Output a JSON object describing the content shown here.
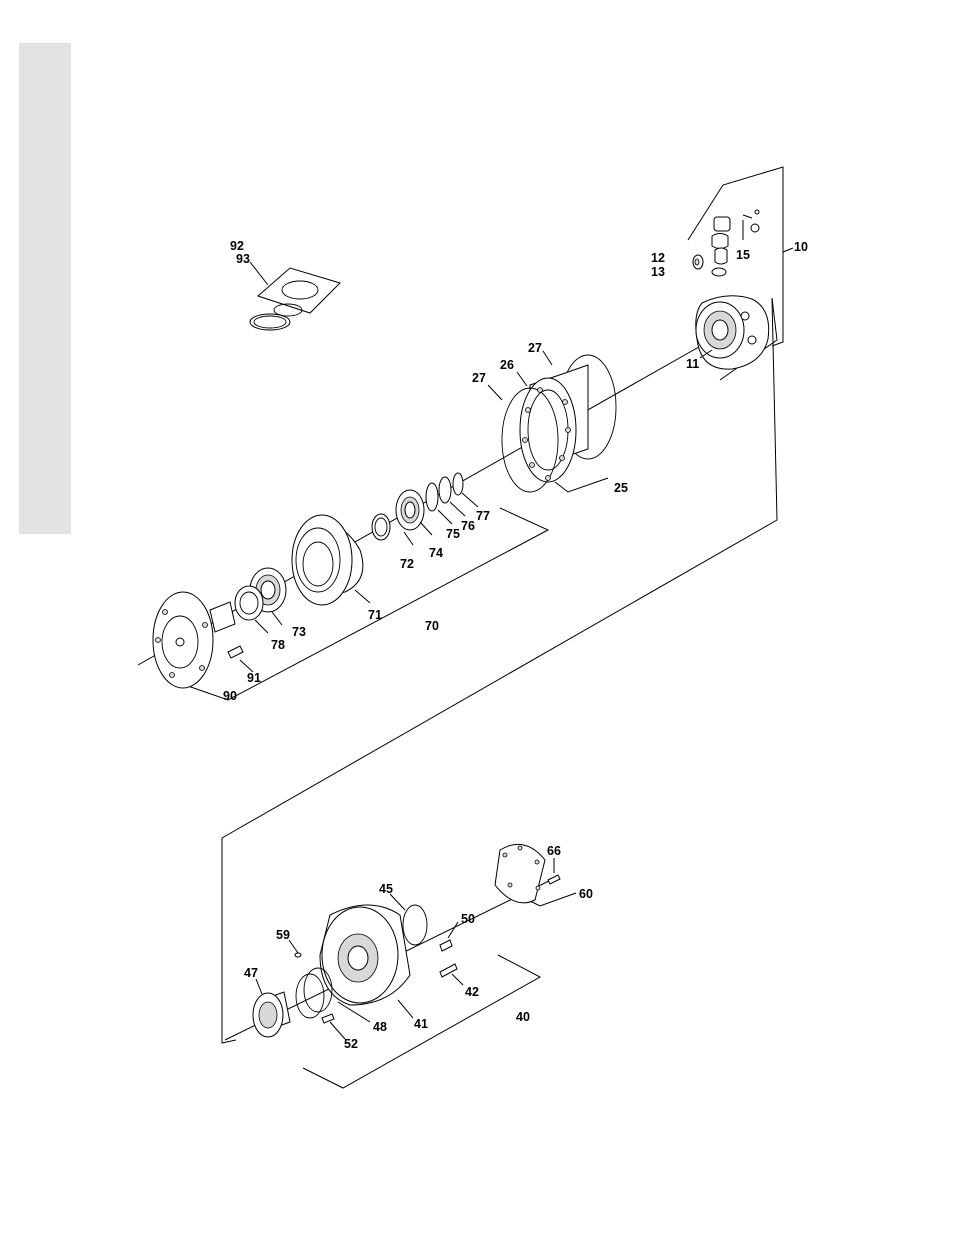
{
  "labels": {
    "l10": "10",
    "l11": "11",
    "l12": "12",
    "l13": "13",
    "l15": "15",
    "l25": "25",
    "l26": "26",
    "l27a": "27",
    "l27b": "27",
    "l40": "40",
    "l41": "41",
    "l42": "42",
    "l45": "45",
    "l47": "47",
    "l48": "48",
    "l50": "50",
    "l52": "52",
    "l59": "59",
    "l60": "60",
    "l66": "66",
    "l70": "70",
    "l71": "71",
    "l72": "72",
    "l73": "73",
    "l74": "74",
    "l75": "75",
    "l76": "76",
    "l77": "77",
    "l78": "78",
    "l90": "90",
    "l91": "91",
    "l92": "92",
    "l93": "93"
  }
}
